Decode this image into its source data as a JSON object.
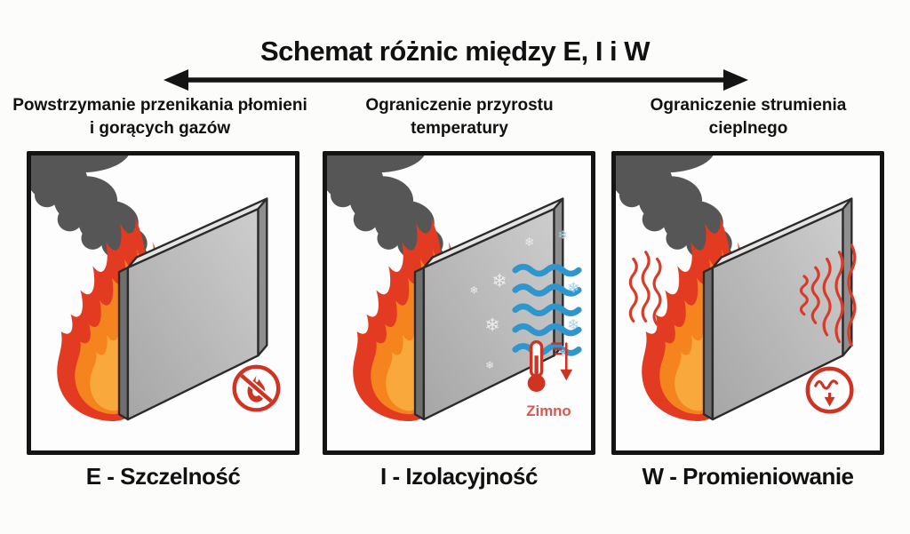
{
  "title": "Schemat różnic między E, I i W",
  "columns": [
    {
      "code": "E",
      "header": "Powstrzymanie przenikania płomieni i gorących gazów",
      "caption": "E - Szczelność"
    },
    {
      "code": "I",
      "header": "Ograniczenie przyrostu temperatury",
      "caption": "I - Izolacyjność",
      "cold_label": "Zimno"
    },
    {
      "code": "W",
      "header": "Ograniczenie strumienia cieplnego",
      "caption": "W - Promieniowanie"
    }
  ],
  "glyphs": {
    "snowflake": "❄"
  },
  "colors": {
    "flame_red": "#e23b22",
    "flame_orange": "#f5841f",
    "flame_core": "#f9a93c",
    "smoke_gray": "#565656",
    "wall_light": "#c9c9c9",
    "wall_dark": "#a6a6a6",
    "accent_red": "#cf3422",
    "cold_text_red": "#e0564a",
    "wave_blue": "#2e96cc",
    "ice_blue": "#a9d5ea",
    "text_black": "#111111"
  }
}
